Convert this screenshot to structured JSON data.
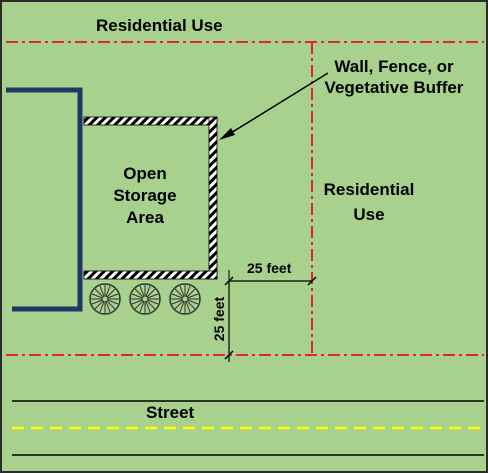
{
  "labels": {
    "residential_use_top": "Residential Use",
    "buffer_line1": "Wall, Fence, or",
    "buffer_line2": "Vegetative Buffer",
    "open_storage_line1": "Open",
    "open_storage_line2": "Storage",
    "open_storage_line3": "Area",
    "residential_use_right_line1": "Residential",
    "residential_use_right_line2": "Use",
    "setback_horizontal": "25 feet",
    "setback_vertical": "25 feet",
    "street": "Street"
  },
  "colors": {
    "ground": "#a9d18e",
    "border": "#2b2b2b",
    "property_line": "#e3262a",
    "building": "#1f3864",
    "street_centerline": "#ffff00",
    "street_edge": "#000000"
  },
  "icons": {
    "tree": "tree-icon"
  }
}
